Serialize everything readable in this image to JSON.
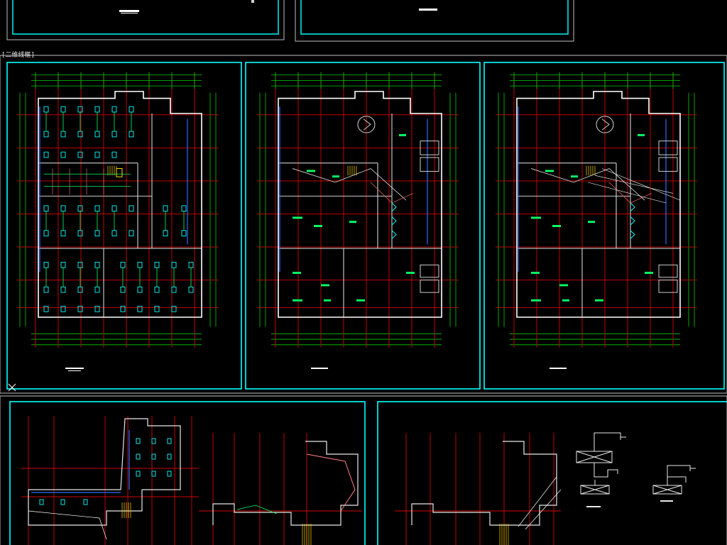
{
  "viewport": {
    "layout_label": "[二维线框]",
    "background": "#000000"
  },
  "colors": {
    "frame": "#00e5e5",
    "frame_outer": "#bfbfbf",
    "axis": "#d40000",
    "wall": "#ffffff",
    "dimension": "#00cc00",
    "annotation": "#00ff66",
    "fixture": "#00ffff",
    "stair": "#ffd800",
    "pipe": "#2d6bff",
    "partition": "#ff8080"
  },
  "sheets": [
    {
      "name": "sheet-top-left-partial",
      "kind": "title-only"
    },
    {
      "name": "sheet-top-right-partial",
      "kind": "title-only"
    },
    {
      "name": "sheet-lighting-plan",
      "kind": "floor-plan"
    },
    {
      "name": "sheet-power-plan-a",
      "kind": "floor-plan"
    },
    {
      "name": "sheet-power-plan-b",
      "kind": "floor-plan"
    },
    {
      "name": "sheet-partial-plan-left",
      "kind": "partial-plan"
    },
    {
      "name": "sheet-partial-plan-right",
      "kind": "partial-plan"
    }
  ],
  "icons": {
    "ucs": "ucs-cross-icon"
  }
}
